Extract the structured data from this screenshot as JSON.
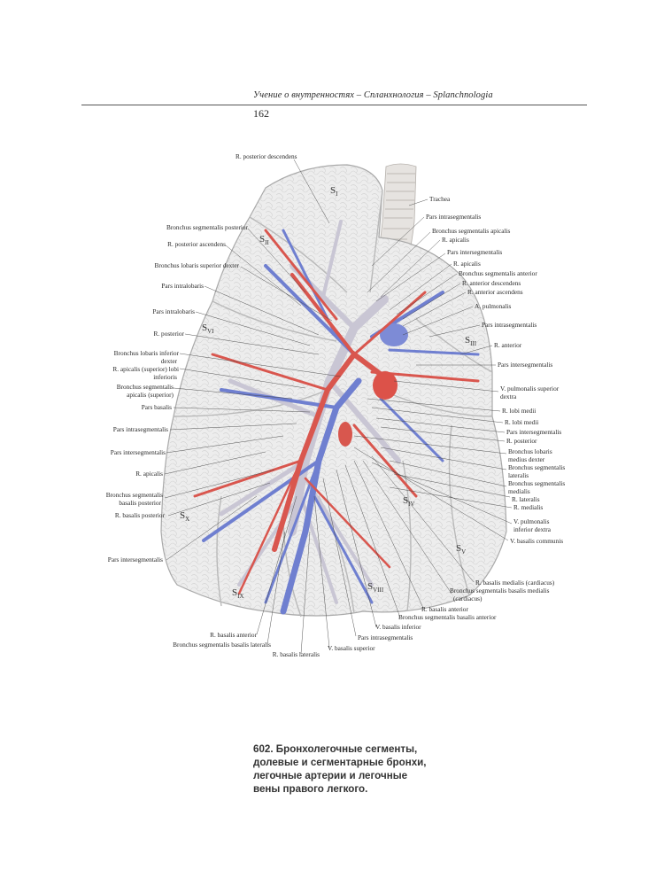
{
  "header": {
    "running_head": "Учение о внутренностях – Спланхнология – Splanchnologia",
    "page_number": "162"
  },
  "figure": {
    "segments": [
      {
        "label": "S",
        "sub": "I"
      },
      {
        "label": "S",
        "sub": "II"
      },
      {
        "label": "S",
        "sub": "III"
      },
      {
        "label": "S",
        "sub": "IV"
      },
      {
        "label": "S",
        "sub": "V"
      },
      {
        "label": "S",
        "sub": "VI"
      },
      {
        "label": "S",
        "sub": "VIII"
      },
      {
        "label": "S",
        "sub": "IX"
      },
      {
        "label": "S",
        "sub": "X"
      }
    ],
    "labels_top": [
      "R. posterior descendens"
    ],
    "labels_left": [
      "Bronchus segmentalis posterior",
      "R. posterior ascendens",
      "Bronchus lobaris superior dexter",
      "Pars intralobaris",
      "Pars intralobaris",
      "R. posterior",
      "Bronchus lobaris inferior",
      "dexter",
      "R. apicalis (superior) lobi",
      "inferioris",
      "Bronchus segmentalis",
      "apicalis (superior)",
      "Pars basalis",
      "Pars intrasegmentalis",
      "Pars intersegmentalis",
      "R. apicalis",
      "Bronchus segmentalis",
      "basalis posterior",
      "R. basalis posterior",
      "Pars intersegmentalis"
    ],
    "labels_right": [
      "Trachea",
      "Pars intrasegmentalis",
      "Bronchus segmentalis apicalis",
      "R. apicalis",
      "Pars intersegmentalis",
      "R. apicalis",
      "Bronchus segmentalis anterior",
      "R. anterior descendens",
      "R. anterior ascendens",
      "A. pulmonalis",
      "Pars intrasegmentalis",
      "R. anterior",
      "Pars intersegmentalis",
      "V. pulmonalis superior",
      "dextra",
      "R. lobi medii",
      "R. lobi medii",
      "Pars intersegmentalis",
      "R. posterior",
      "Bronchus lobaris",
      "medius dexter",
      "Bronchus segmentalis",
      "lateralis",
      "Bronchus segmentalis",
      "medialis",
      "R. lateralis",
      "R. medialis",
      "V. pulmonalis",
      "inferior dextra",
      "V. basalis communis"
    ],
    "labels_bottom": [
      "R. basalis medialis (cardiacus)",
      "Bronchus segmentalis basalis medialis",
      "(cardiacus)",
      "R. basalis anterior",
      "Bronchus segmentalis basalis anterior",
      "V. basalis inferior",
      "Pars intrasegmentalis",
      "V. basalis superior",
      "R. basalis anterior",
      "Bronchus segmentalis basalis lateralis",
      "R. basalis lateralis"
    ]
  },
  "caption": {
    "line1": "602. Бронхолегочные сегменты,",
    "line2": "долевые и сегментарные бронхи,",
    "line3": "легочные артерии и легочные",
    "line4": "вены правого легкого."
  }
}
